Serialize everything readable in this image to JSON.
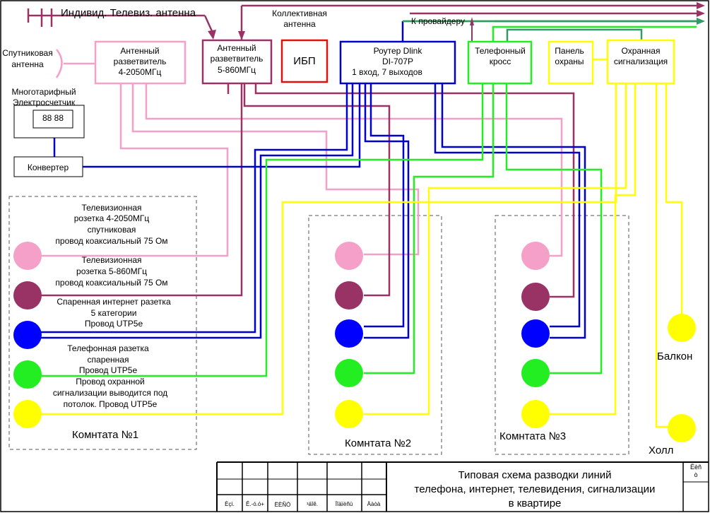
{
  "antennas": {
    "individual": "Индивид. Телевиз. антенна",
    "collective_line1": "Коллективная",
    "collective_line2": "антенна",
    "provider": "К провайдеру",
    "satellite_line1": "Спутниковая",
    "satellite_line2": "антенна"
  },
  "meter": {
    "title_line1": "Многотарифный",
    "title_line2": "Электросчетчик",
    "display": "88 88",
    "converter": "Конвертер"
  },
  "devices": {
    "splitter1": [
      "Антенный",
      "разветвитель",
      "4-2050МГц"
    ],
    "splitter2": [
      "Антенный",
      "разветвитель",
      "5-860МГц"
    ],
    "ups": "ИБП",
    "router": [
      "Роутер Dlink",
      "DI-707P",
      "1 вход, 7 выходов"
    ],
    "phone_cross": [
      "Телефонный",
      "кросс"
    ],
    "security_panel": [
      "Панель",
      "охраны"
    ],
    "alarm": [
      "Охранная",
      "сигнализация"
    ]
  },
  "legend": {
    "sat": [
      "Телевизионная",
      "розетка 4-2050МГц",
      "спутниковая",
      "провод коаксиальный 75 Ом"
    ],
    "tv": [
      "Телевизионная",
      "розетка 5-860МГц",
      "провод коаксиальный 75 Ом"
    ],
    "net": [
      "Спаренная интернет разетка",
      "5 категории",
      "Провод UTP5e"
    ],
    "phone": [
      "Телефонная разетка",
      "спаренная",
      "Провод UTP5e"
    ],
    "alarm": [
      "Провод охранной",
      "сигнализации выводится под",
      "потолок. Провод UTP5e"
    ]
  },
  "rooms": {
    "room1": "Комнтата №1",
    "room2": "Комнтата №2",
    "room3": "Комнтата №3",
    "balcony": "Балкон",
    "hall": "Холл"
  },
  "title_block": {
    "line1": "Типовая схема разводки линий",
    "line2": "телефона, интернет, телевидения, сигнализации",
    "line3": "в квартире",
    "sheet": [
      "Ëèñ",
      "ò"
    ],
    "cols": [
      "Èçì.",
      "Ê.-ó.ó+",
      "ËÈÑÒ",
      "¹äîê.",
      "Ïîäïèñü",
      "Äàòà"
    ]
  },
  "colors": {
    "pink": "#f4a0c8",
    "maroon": "#993366",
    "blue": "#0000cc",
    "green": "#22ee22",
    "yellow": "#ffff00",
    "teal": "#339966",
    "red": "#e01010"
  }
}
